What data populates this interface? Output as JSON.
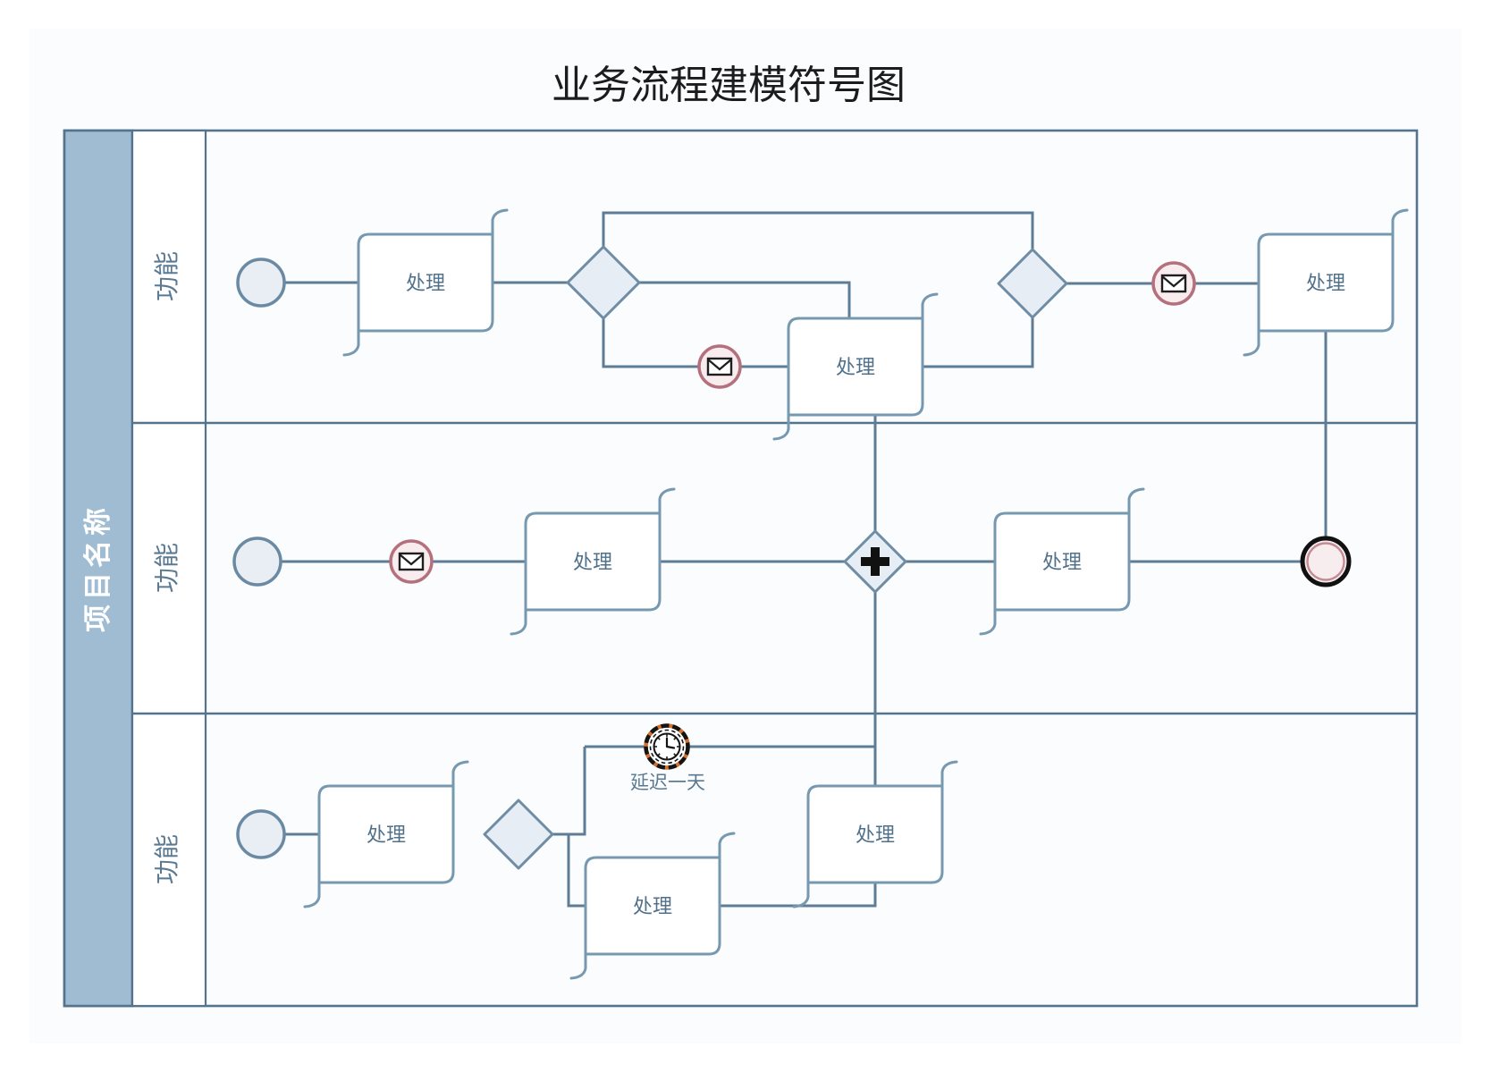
{
  "title": "业务流程建模符号图",
  "pool": {
    "label": "项目名称"
  },
  "lanes": [
    {
      "label": "功能"
    },
    {
      "label": "功能"
    },
    {
      "label": "功能"
    }
  ],
  "tasks": [
    {
      "id": "task-1",
      "lane": 1,
      "label": "处理"
    },
    {
      "id": "task-2",
      "lane": 1,
      "label": "处理"
    },
    {
      "id": "task-3",
      "lane": 1,
      "label": "处理"
    },
    {
      "id": "task-4",
      "lane": 2,
      "label": "处理"
    },
    {
      "id": "task-5",
      "lane": 2,
      "label": "处理"
    },
    {
      "id": "task-6",
      "lane": 3,
      "label": "处理"
    },
    {
      "id": "task-7",
      "lane": 3,
      "label": "处理"
    },
    {
      "id": "task-8",
      "lane": 3,
      "label": "处理"
    }
  ],
  "events": {
    "start_events": [
      "start-lane1",
      "start-lane2",
      "start-lane3"
    ],
    "message_events": [
      "message-lane1",
      "message-before-task3",
      "message-lane2"
    ],
    "timer": {
      "name": "timer-intermediate-event",
      "label": "延迟一天"
    },
    "end_event": "end-lane2"
  },
  "gateways": [
    {
      "name": "exclusive-gateway-1",
      "type": "exclusive"
    },
    {
      "name": "exclusive-gateway-2",
      "type": "exclusive"
    },
    {
      "name": "parallel-gateway",
      "type": "parallel"
    },
    {
      "name": "exclusive-gateway-3",
      "type": "exclusive"
    }
  ],
  "colors": {
    "canvas": "#fafcfe",
    "pool_bar": "#9fbcd2",
    "pool_border": "#54738c",
    "flow_line": "#5d7d97",
    "task_border": "#7799b0",
    "task_label": "#51718a",
    "gateway_fill": "#e7edf5",
    "start_fill": "#e9edf4",
    "message_border": "#b4717d",
    "message_fill": "#f8ecee",
    "timer_accent": "#d2722e",
    "end_border": "#111111",
    "end_inner_ring": "#c48b95"
  }
}
